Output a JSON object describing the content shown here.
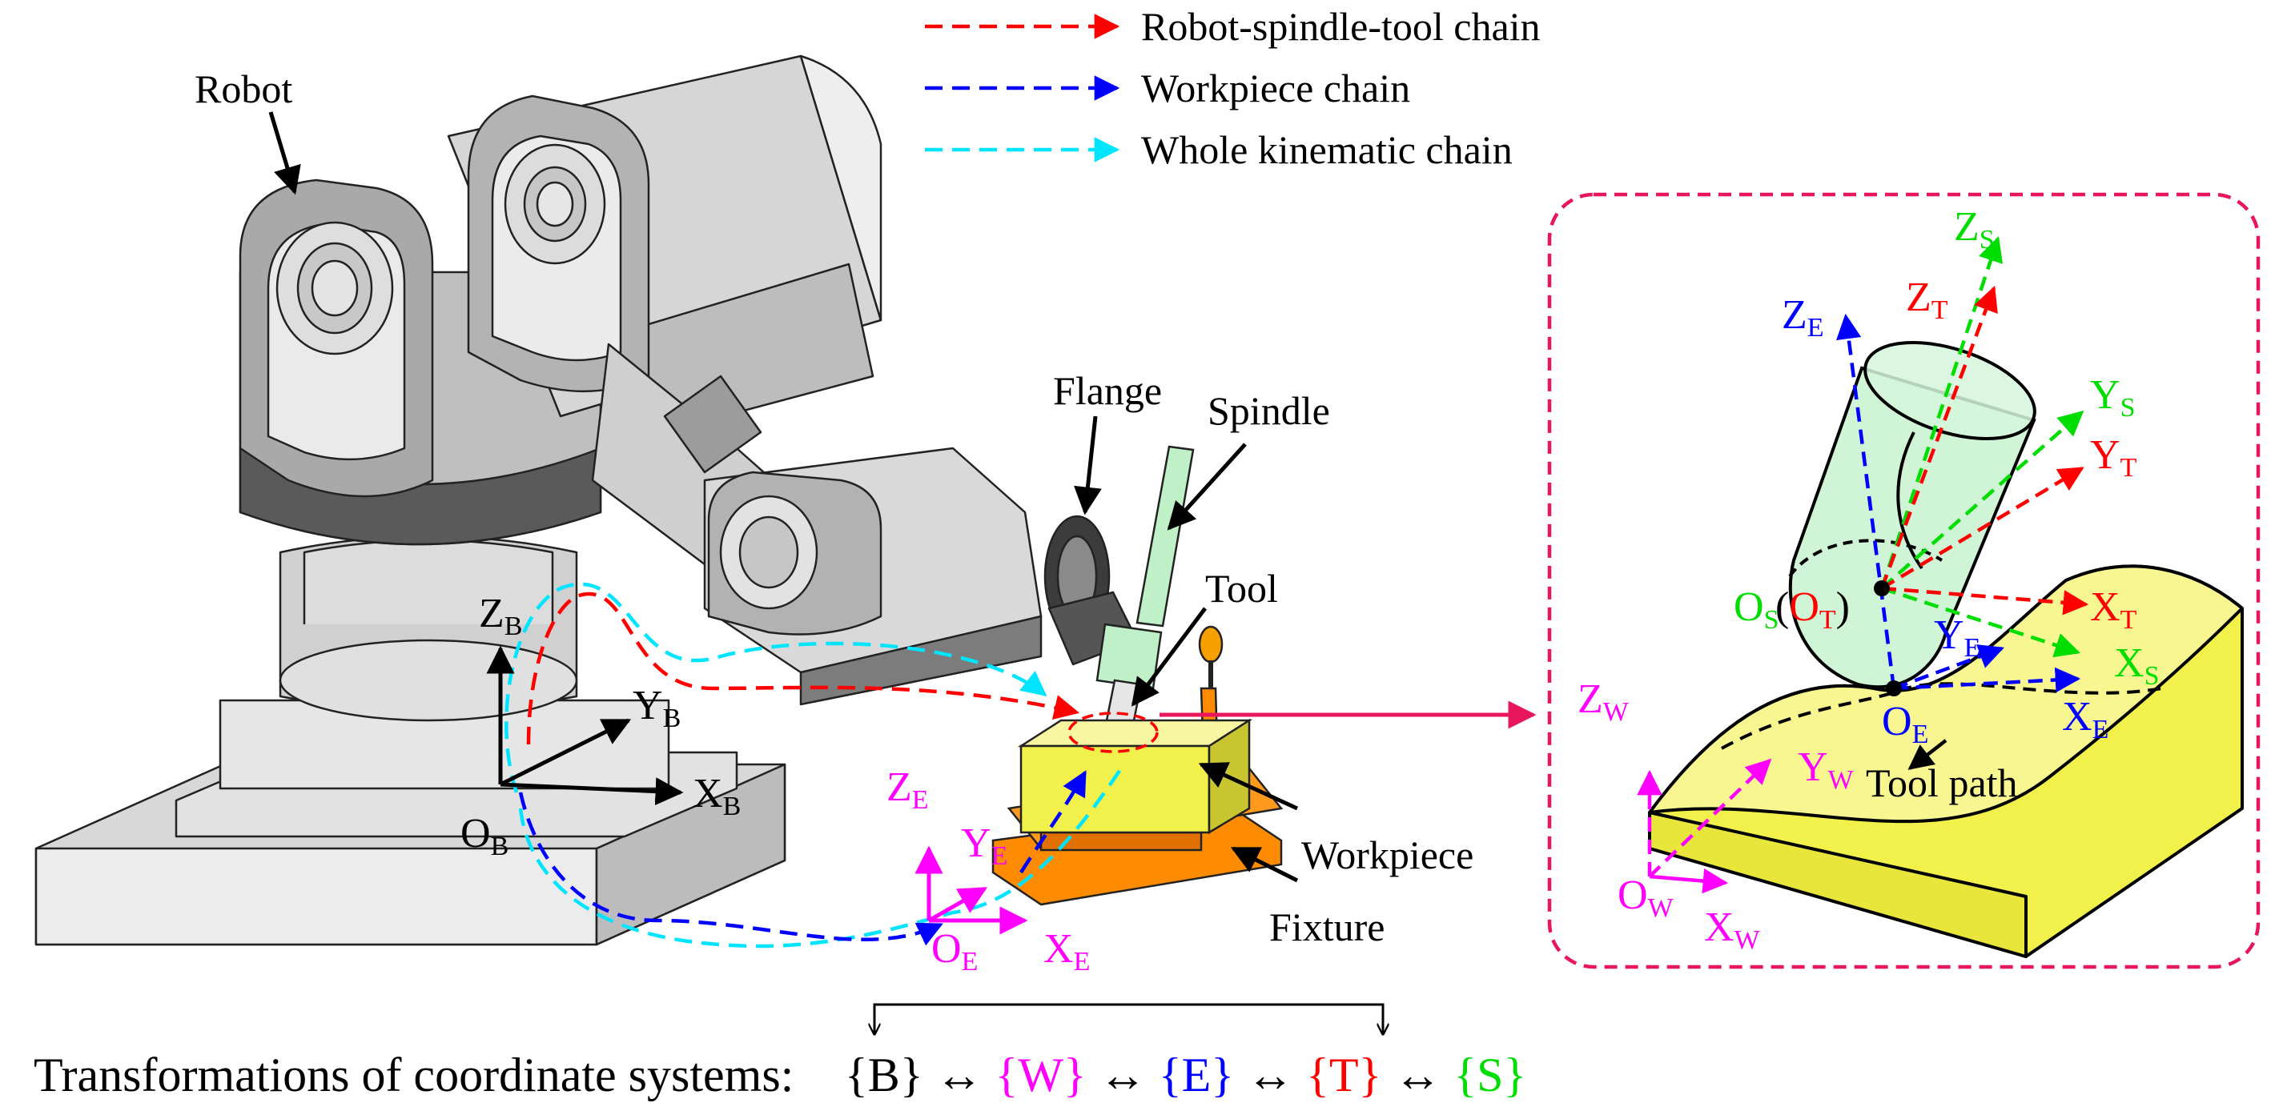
{
  "legend": {
    "items": [
      {
        "label": "Robot-spindle-tool chain",
        "color": "#ff0000"
      },
      {
        "label": "Workpiece chain",
        "color": "#0000ff"
      },
      {
        "label": "Whole kinematic chain",
        "color": "#00e5ff"
      }
    ]
  },
  "colors": {
    "base_frame": "#000000",
    "workpiece_frame": "#ff00ff",
    "end_frame": "#0000ff",
    "tool_frame": "#ff0000",
    "spindle_frame": "#00dd00",
    "detail_border": "#e8175d",
    "workpiece_fill": "#f2f04a",
    "fixture_fill": "#ff8c00",
    "spindle_fill": "#bff0c8"
  },
  "components": {
    "robot": "Robot",
    "flange": "Flange",
    "spindle": "Spindle",
    "tool": "Tool",
    "workpiece": "Workpiece",
    "fixture": "Fixture",
    "tool_path": "Tool path"
  },
  "frames": {
    "base": {
      "z": "Z",
      "y": "Y",
      "x": "X",
      "o": "O",
      "sub": "B"
    },
    "end": {
      "z": "Z",
      "y": "Y",
      "x": "X",
      "o": "O",
      "sub": "E"
    },
    "detail_spindle": {
      "z": "Z",
      "y": "Y",
      "x": "X",
      "o": "O",
      "sub": "S"
    },
    "detail_tool": {
      "z": "Z",
      "y": "Y",
      "x": "X",
      "o": "O",
      "sub": "T"
    },
    "detail_end": {
      "z": "Z",
      "y": "Y",
      "x": "X",
      "o": "O",
      "sub": "E"
    },
    "detail_workpiece": {
      "z": "Z",
      "y": "Y",
      "x": "X",
      "o": "O",
      "sub": "W"
    }
  },
  "transform": {
    "label": "Transformations of coordinate systems:",
    "arrow": "↔",
    "sets": [
      {
        "text": "{B}",
        "color": "#000000"
      },
      {
        "text": "{W}",
        "color": "#ff00ff"
      },
      {
        "text": "{E}",
        "color": "#0000ff"
      },
      {
        "text": "{T}",
        "color": "#ff0000"
      },
      {
        "text": "{S}",
        "color": "#00dd00"
      }
    ]
  }
}
